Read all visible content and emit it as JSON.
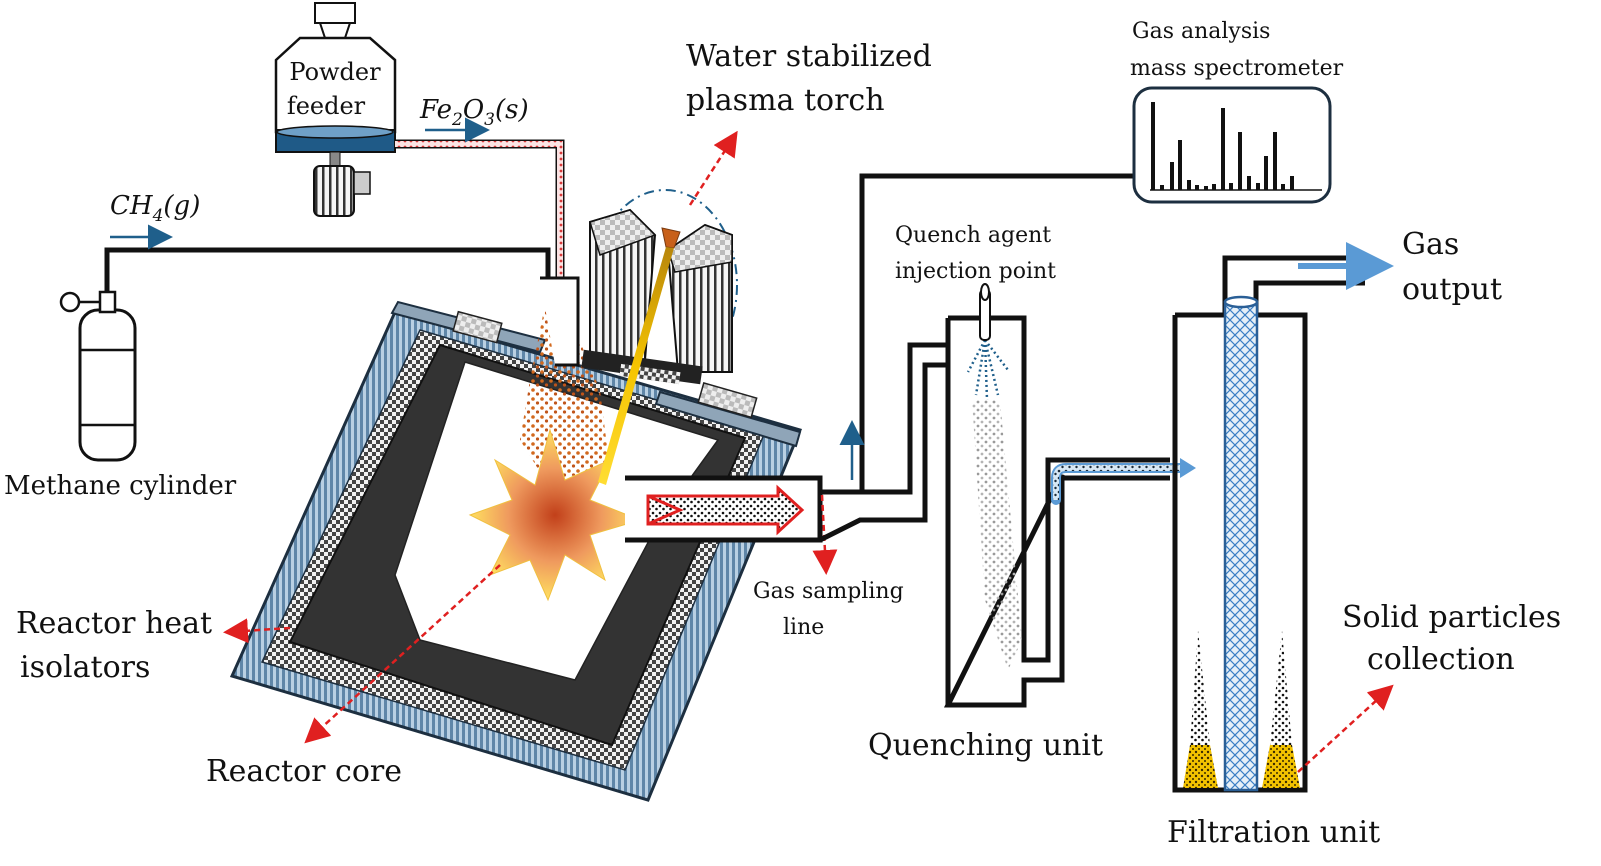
{
  "labels": {
    "powder_feeder_line1": "Powder",
    "powder_feeder_line2": "feeder",
    "fe2o3_main": "Fe",
    "fe2o3_sub1": "2",
    "fe2o3_mid": "O",
    "fe2o3_sub2": "3",
    "fe2o3_tail": "(s)",
    "ch4_main": "CH",
    "ch4_sub": "4",
    "ch4_tail": "(g)",
    "methane_cylinder": "Methane cylinder",
    "plasma_torch_line1": "Water stabilized",
    "plasma_torch_line2": "plasma torch",
    "gas_analysis_line1": "Gas analysis",
    "gas_analysis_line2": "mass spectrometer",
    "quench_agent_line1": "Quench agent",
    "quench_agent_line2": "injection point",
    "gas_output_line1": "Gas",
    "gas_output_line2": "output",
    "gas_sampling_line1": "Gas sampling",
    "gas_sampling_line2": "line",
    "heat_isolators_line1": "Reactor heat",
    "heat_isolators_line2": "isolators",
    "reactor_core": "Reactor core",
    "quenching_unit": "Quenching unit",
    "solid_particles_line1": "Solid particles",
    "solid_particles_line2": "collection",
    "filtration_unit": "Filtration unit"
  },
  "colors": {
    "pipe": "#111111",
    "flow_arrow": "#1f5f8b",
    "insulation_blue": "#8fb3cf",
    "reactor_core_dark": "#333333",
    "particles_orange": "#d2691e",
    "callout_red": "#e02020",
    "filter_blue": "#3b7fc4",
    "collected_yellow": "#e6b800"
  }
}
